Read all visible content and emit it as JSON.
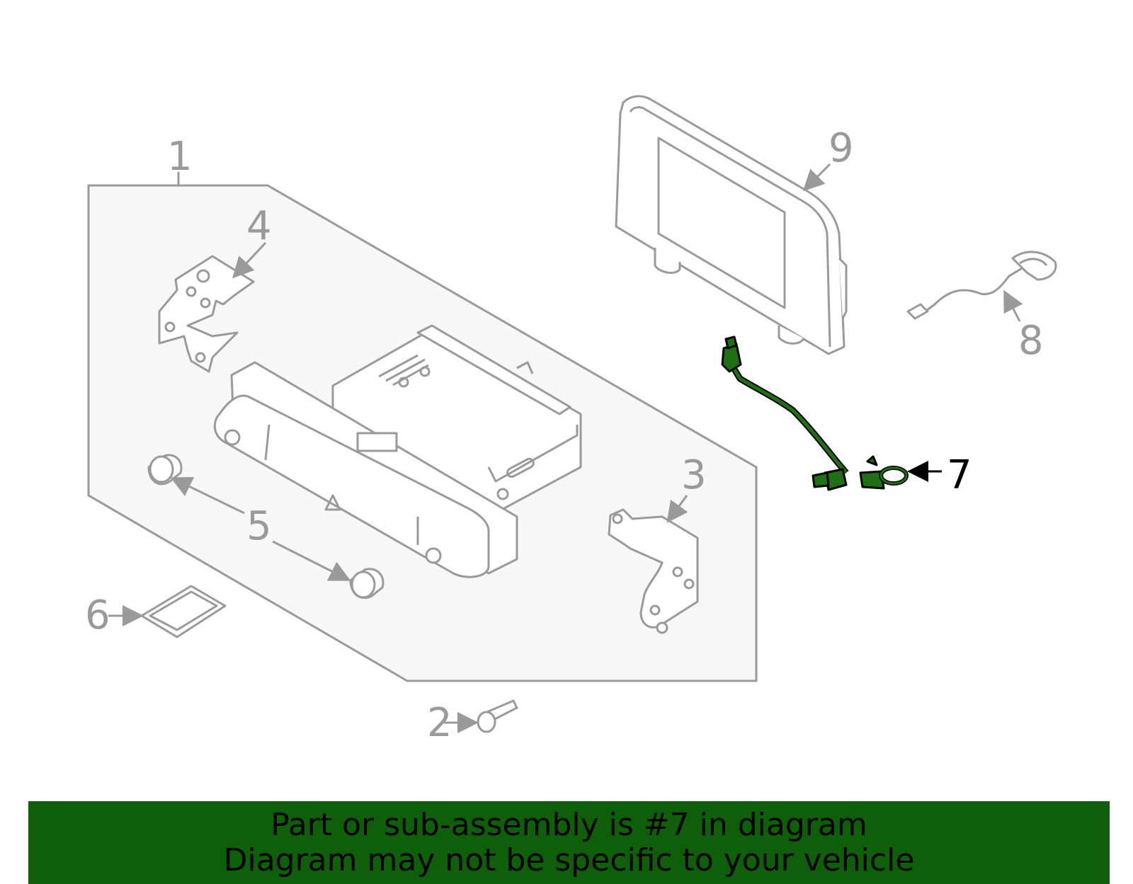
{
  "diagram": {
    "callouts": {
      "c1": "1",
      "c2": "2",
      "c3": "3",
      "c4": "4",
      "c5": "5",
      "c6": "6",
      "c7": "7",
      "c8": "8",
      "c9": "9"
    },
    "highlighted_part": "7"
  },
  "banner": {
    "line1": "Part or sub-assembly is #7 in diagram",
    "line2": "Diagram may not be specific to your vehicle",
    "background_color": "#0f5f0a"
  },
  "colors": {
    "line_art": "#9a9a9a",
    "highlight_fill": "#1f6f14",
    "panel_fill": "#f7f7f7"
  }
}
